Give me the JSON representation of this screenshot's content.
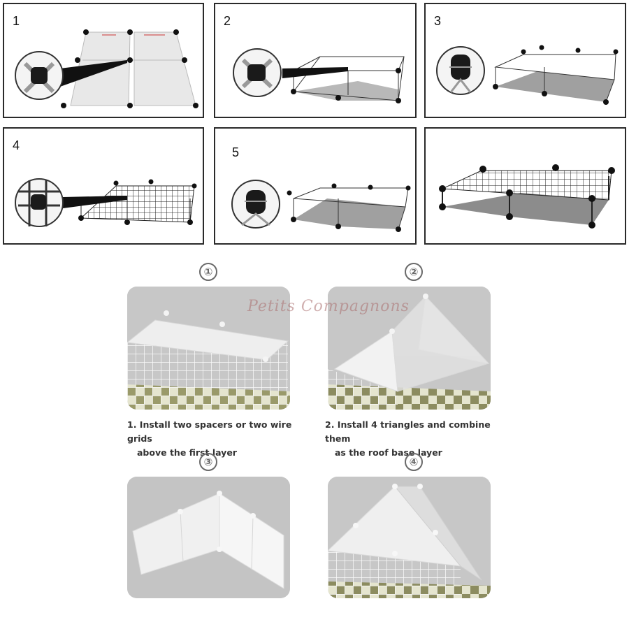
{
  "diagram_steps": [
    {
      "label": "1"
    },
    {
      "label": "2"
    },
    {
      "label": "3"
    },
    {
      "label": "4"
    },
    {
      "label": "5"
    },
    {
      "label": ""
    }
  ],
  "photo_steps": [
    {
      "number": "①",
      "caption_line1": "1. Install two spacers or two wire grids",
      "caption_line2": "above the first layer"
    },
    {
      "number": "②",
      "caption_line1": "2. Install 4 triangles and combine them",
      "caption_line2": "as the roof base layer"
    },
    {
      "number": "③",
      "caption_line1": "",
      "caption_line2": ""
    },
    {
      "number": "④",
      "caption_line1": "",
      "caption_line2": ""
    }
  ],
  "watermark": "Petits Compagnons",
  "colors": {
    "panel_border": "#2a2a2a",
    "connector": "#111111",
    "arrow": "#cc3333",
    "photo_bg": "#cfcfcf"
  }
}
